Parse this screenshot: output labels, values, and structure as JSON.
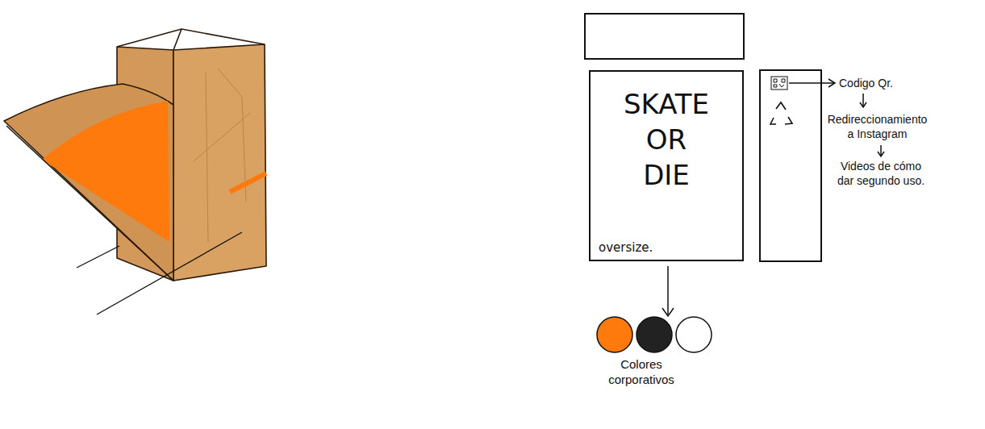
{
  "diagram": {
    "nodes": [
      {
        "text": [
          "SKATE OR DIE",
          "oversize."
        ]
      }
    ],
    "labels": [
      "Codigo Qr.",
      "Redireccionamiento a Instagram",
      "Videos de cómo dar segundo uso.",
      "Colores corporativos"
    ]
  }
}
